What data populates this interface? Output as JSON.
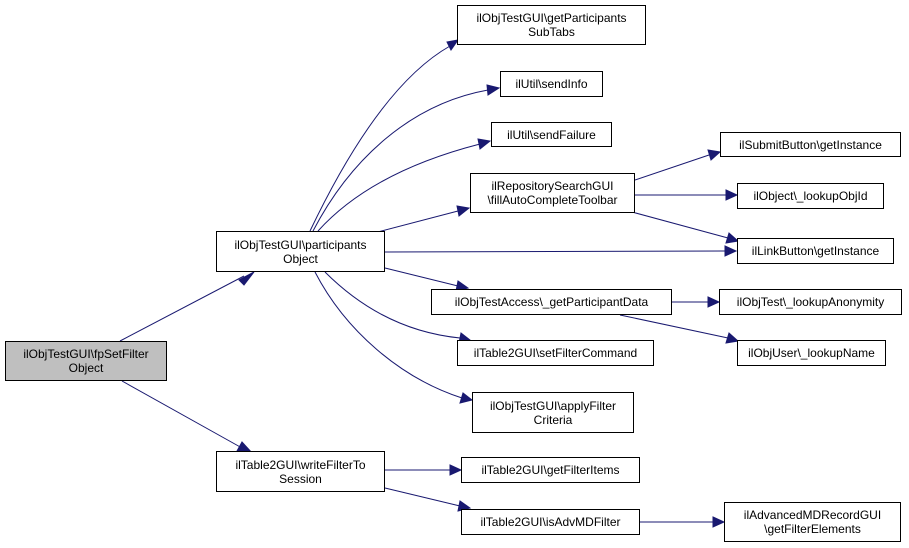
{
  "colors": {
    "edge": "#191970",
    "root_fill": "#bfbfbf",
    "node_fill": "#ffffff",
    "border": "#000000"
  },
  "nodes": {
    "root": "ilObjTestGUI\\fpSetFilter\nObject",
    "participants": "ilObjTestGUI\\participants\nObject",
    "writeFilter": "ilTable2GUI\\writeFilterTo\nSession",
    "getSubTabs": "ilObjTestGUI\\getParticipants\nSubTabs",
    "sendInfo": "ilUtil\\sendInfo",
    "sendFailure": "ilUtil\\sendFailure",
    "repoSearch": "ilRepositorySearchGUI\n\\fillAutoCompleteToolbar",
    "participantData": "ilObjTestAccess\\_getParticipantData",
    "setFilterCommand": "ilTable2GUI\\setFilterCommand",
    "applyFilter": "ilObjTestGUI\\applyFilter\nCriteria",
    "getFilterItems": "ilTable2GUI\\getFilterItems",
    "isAdvMD": "ilTable2GUI\\isAdvMDFilter",
    "submitButton": "ilSubmitButton\\getInstance",
    "lookupObjId": "ilObject\\_lookupObjId",
    "linkButton": "ilLinkButton\\getInstance",
    "lookupAnon": "ilObjTest\\_lookupAnonymity",
    "lookupName": "ilObjUser\\_lookupName",
    "advMDRecord": "ilAdvancedMDRecordGUI\n\\getFilterElements"
  }
}
